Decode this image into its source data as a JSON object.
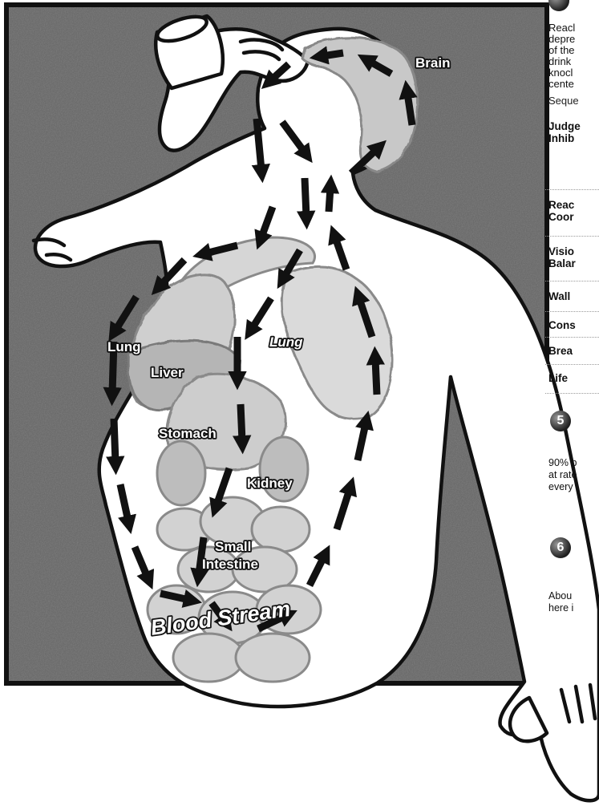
{
  "labels": {
    "brain": "Brain",
    "lung_right": "Lung",
    "lung_left": "Lung",
    "liver": "Liver",
    "stomach": "Stomach",
    "kidney": "Kidney",
    "small_intestine_1": "Small",
    "small_intestine_2": "Intestine",
    "blood_stream": "Blood Stream"
  },
  "sidebar": {
    "top_lines": [
      "Reacl",
      "depre",
      "of the",
      "drink",
      "knocl",
      "cente"
    ],
    "sequence_label": "Seque",
    "stages": [
      [
        "Judge",
        "Inhib"
      ],
      [
        "Reac",
        "Coor"
      ],
      [
        "Visio",
        "Balar"
      ],
      [
        "Wall"
      ],
      [
        "Cons"
      ],
      [
        "Brea"
      ],
      [
        "Life"
      ]
    ],
    "section5": {
      "number": "5",
      "lines": [
        "90% b",
        "at rate",
        "every"
      ]
    },
    "section6": {
      "number": "6",
      "lines": [
        "Abou",
        "here i"
      ]
    }
  },
  "colors": {
    "background_texture": "#6a6a6a",
    "organ_fill": "#d0d0d0",
    "outline": "#111111",
    "arrow": "#111111"
  }
}
